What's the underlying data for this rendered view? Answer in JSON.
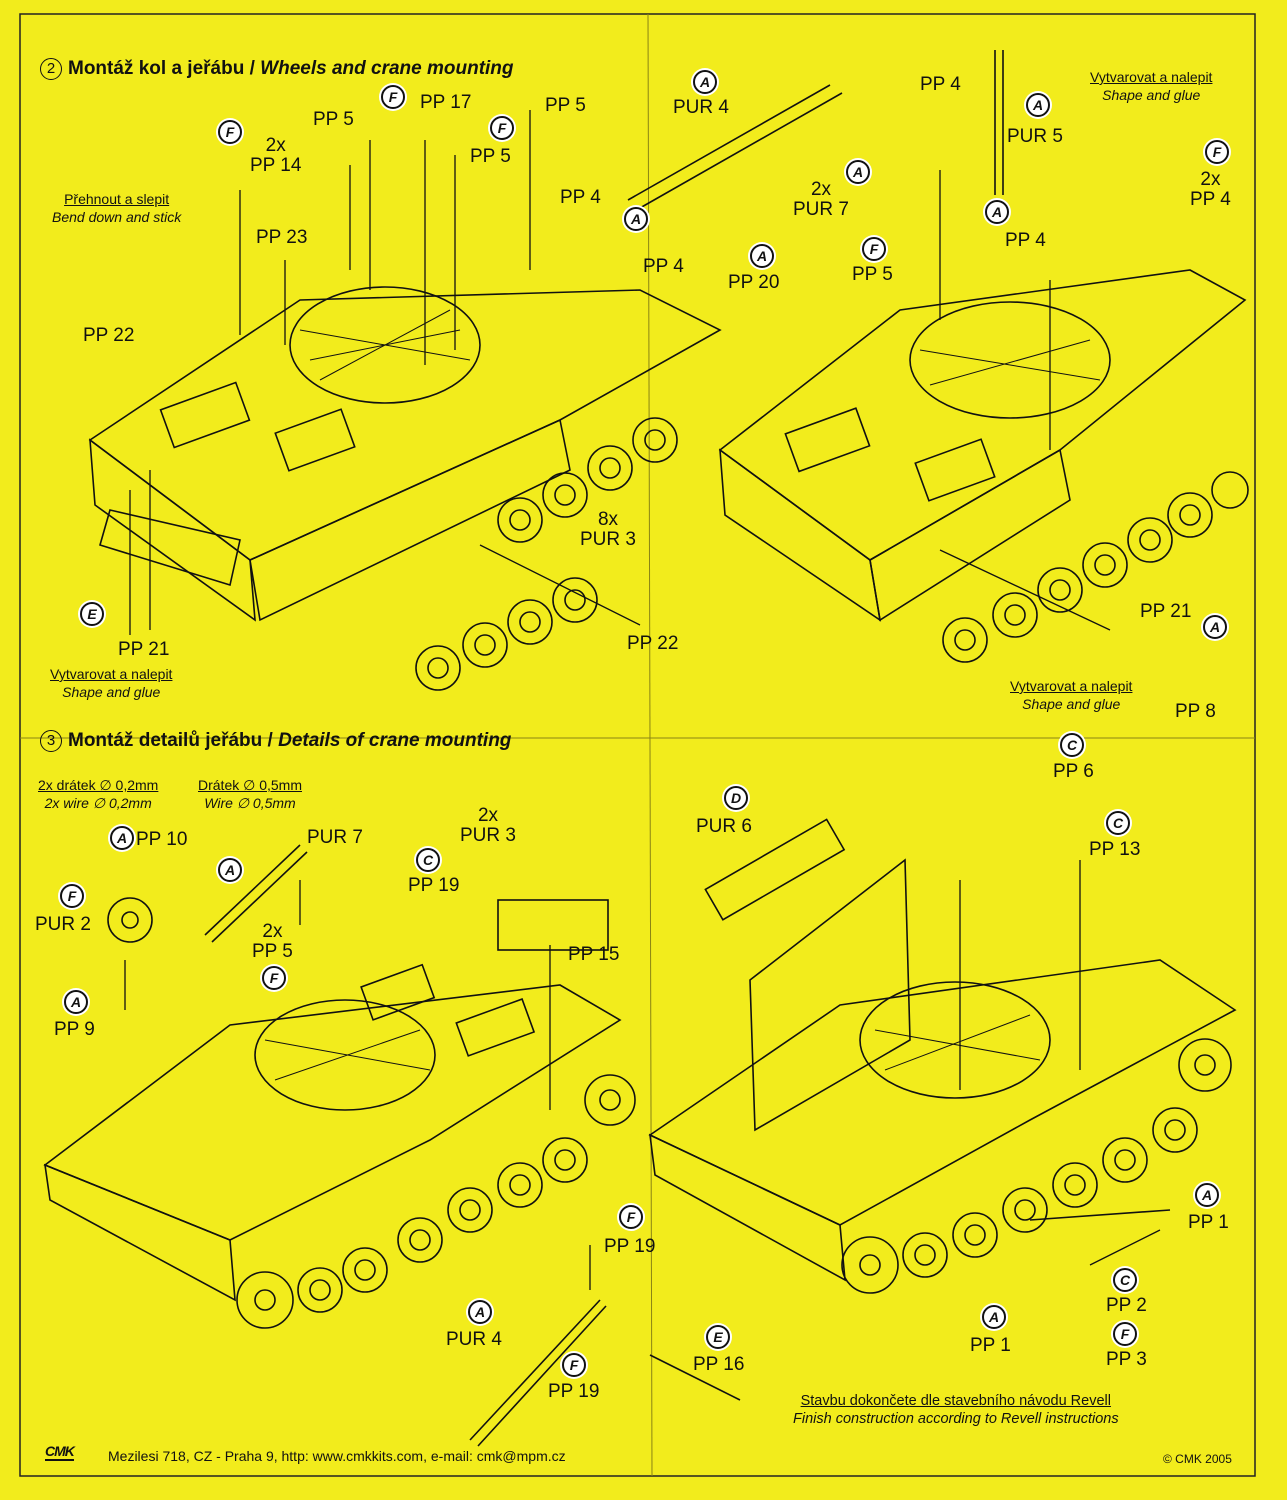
{
  "section2": {
    "number": "2",
    "title_cz": "Montáž kol a jeřábu /",
    "title_en": "Wheels and crane mounting"
  },
  "section3": {
    "number": "3",
    "title_cz": "Montáž detailů jeřábu /",
    "title_en": "Details of crane mounting"
  },
  "notes": {
    "bend_cz": "Přehnout a slepit",
    "bend_en": "Bend down and stick",
    "shape_cz": "Vytvarovat a nalepit",
    "shape_en": "Shape and glue",
    "wire02_cz": "2x drátek ∅ 0,2mm",
    "wire02_en": "2x wire ∅ 0,2mm",
    "wire05_cz": "Drátek ∅ 0,5mm",
    "wire05_en": "Wire ∅ 0,5mm",
    "finish_cz": "Stavbu dokončete dle stavebního návodu Revell",
    "finish_en": "Finish construction according to Revell instructions"
  },
  "badges": {
    "A": "A",
    "C": "C",
    "D": "D",
    "E": "E",
    "F": "F"
  },
  "parts": {
    "pp5": "PP 5",
    "pp17": "PP 17",
    "pp14": "2x\nPP 14",
    "pp23": "PP 23",
    "pp22": "PP 22",
    "pp21": "PP 21",
    "pur3": "8x\nPUR 3",
    "pur4": "PUR 4",
    "pp4": "PP 4",
    "pur5": "PUR 5",
    "pur7x2": "2x\nPUR 7",
    "pp20": "PP 20",
    "pp4x2": "2x\nPP 4",
    "pp8": "PP 8",
    "pp10": "PP 10",
    "pur7": "PUR 7",
    "pp19": "PP 19",
    "pur3x2": "2x\nPUR 3",
    "pp5x2": "2x\nPP 5",
    "pur2": "PUR 2",
    "pp9": "PP 9",
    "pp15": "PP 15",
    "pur6": "PUR 6",
    "pp6": "PP 6",
    "pp13": "PP 13",
    "pp16": "PP 16",
    "pp1": "PP 1",
    "pp2": "PP 2",
    "pp3": "PP 3"
  },
  "footer": {
    "logo": "CMK",
    "address": "Mezilesi 718, CZ - Praha 9,  http: www.cmkkits.com, e-mail: cmk@mpm.cz",
    "copyright": "© CMK 2005"
  }
}
